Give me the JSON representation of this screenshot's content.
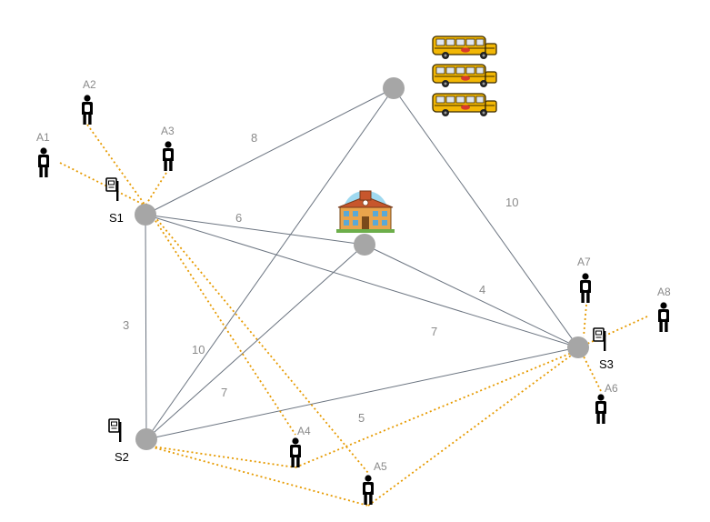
{
  "diagram": {
    "edges": [
      {
        "from": "S1",
        "to": "N_top",
        "weight": "8"
      },
      {
        "from": "S1",
        "to": "N_mid",
        "weight": "6"
      },
      {
        "from": "S1",
        "to": "S3",
        "weight": ""
      },
      {
        "from": "S1",
        "to": "S2",
        "weight": "3"
      },
      {
        "from": "N_top",
        "to": "S2",
        "weight": "10"
      },
      {
        "from": "N_top",
        "to": "S3",
        "weight": "10"
      },
      {
        "from": "N_mid",
        "to": "S3",
        "weight": "4"
      },
      {
        "from": "N_mid",
        "to": "S2",
        "weight": "7"
      },
      {
        "from": "S2",
        "to": "S3",
        "weight": "5"
      },
      {
        "from": "S1",
        "to": "S3",
        "weight": "7"
      }
    ],
    "stops": [
      {
        "id": "S1",
        "label": "S1"
      },
      {
        "id": "S2",
        "label": "S2"
      },
      {
        "id": "S3",
        "label": "S3"
      }
    ],
    "junctions": [
      "N_top",
      "N_mid"
    ],
    "students": [
      {
        "id": "A1",
        "label": "A1"
      },
      {
        "id": "A2",
        "label": "A2"
      },
      {
        "id": "A3",
        "label": "A3"
      },
      {
        "id": "A4",
        "label": "A4"
      },
      {
        "id": "A5",
        "label": "A5"
      },
      {
        "id": "A6",
        "label": "A6"
      },
      {
        "id": "A7",
        "label": "A7"
      },
      {
        "id": "A8",
        "label": "A8"
      }
    ],
    "icons": {
      "student": "student-backpack-icon",
      "bus_stop": "bus-stop-sign-icon",
      "school": "school-building-icon",
      "bus": "school-bus-icon"
    },
    "colors": {
      "edge": "#6b7480",
      "walk_path": "#e69a00",
      "node": "#a6a6a6",
      "bus_body": "#f2b705"
    }
  }
}
